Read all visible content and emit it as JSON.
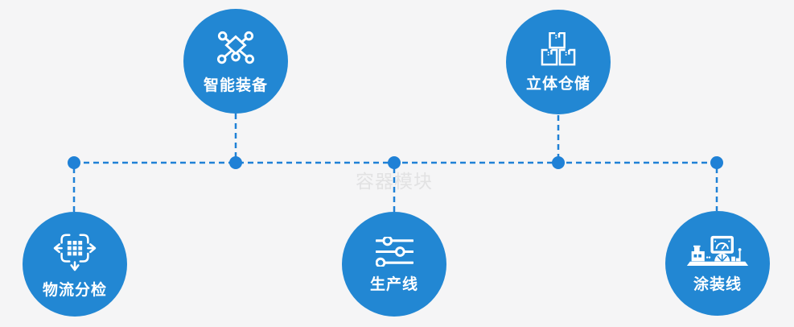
{
  "diagram": {
    "watermark": "容器模块",
    "nodes": [
      {
        "label": "智能装备",
        "icon": "network-nodes-icon"
      },
      {
        "label": "立体仓储",
        "icon": "stacked-boxes-icon"
      },
      {
        "label": "物流分检",
        "icon": "move-sort-grid-icon"
      },
      {
        "label": "生产线",
        "icon": "sliders-icon"
      },
      {
        "label": "涂装线",
        "icon": "coating-machine-icon"
      }
    ],
    "connector": {
      "style": "dashed",
      "junction_dots": 5
    },
    "colors": {
      "node_fill": "#2287d3",
      "connector": "#1f81d6",
      "background": "#f5f5f6",
      "label_text": "#ffffff",
      "watermark_text": "#e2e2e3"
    }
  }
}
